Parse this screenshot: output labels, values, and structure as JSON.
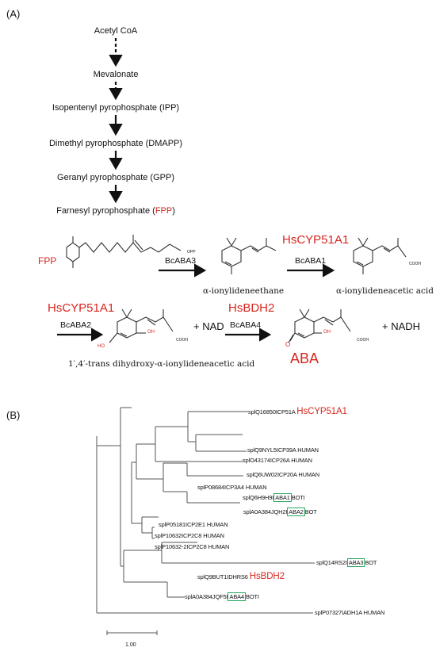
{
  "panel_a": {
    "label": "(A)",
    "pathway": [
      "Acetyl CoA",
      "Mevalonate",
      "Isopentenyl pyrophosphate (IPP)",
      "Dimethyl pyrophosphate (DMAPP)",
      "Geranyl pyrophosphate (GPP)"
    ],
    "fpp_prefix": "Farnesyl pyrophosphate (",
    "fpp_abbrev": "FPP",
    "fpp_suffix": ")",
    "fpp_mol_label": "FPP",
    "opp_label": "OPP",
    "enzymes": {
      "bcaba3": "BcABA3",
      "bcaba1": "BcABA1",
      "bcaba2": "BcABA2",
      "bcaba4": "BcABA4",
      "hscyp51a1_top": "HsCYP51A1",
      "hscyp51a1_left": "HsCYP51A1",
      "hsbdh2": "HsBDH2"
    },
    "molecules": {
      "ionylideneethane": "α-ionylideneethane",
      "ionylideneacetic": "α-ionylideneacetic acid",
      "dihydroxy": "1′,4′-trans dihydroxy-α-ionylideneacetic acid",
      "aba": "ABA"
    },
    "plus_nad": "+ NAD",
    "plus_nadh": "+ NADH",
    "atoms": {
      "cooh": "COOH",
      "oh": "OH",
      "ho": "HO",
      "o": "O"
    }
  },
  "panel_b": {
    "label": "(B)",
    "leaves": [
      {
        "prefix": "splQ16850ICP51A ",
        "tag": "HsCYP51A1",
        "tag_type": "red",
        "suffix": ""
      },
      {
        "prefix": "splQ9NYL5ICP39A HUMAN",
        "tag": "",
        "tag_type": "",
        "suffix": ""
      },
      {
        "prefix": "splO43174ICP26A HUMAN",
        "tag": "",
        "tag_type": "",
        "suffix": ""
      },
      {
        "prefix": "splQ6UW02ICP20A HUMAN",
        "tag": "",
        "tag_type": "",
        "suffix": ""
      },
      {
        "prefix": "splP08684ICP3A4 HUMAN",
        "tag": "",
        "tag_type": "",
        "suffix": ""
      },
      {
        "prefix": "splQ6H9H9I",
        "tag": "ABA1",
        "tag_type": "box",
        "suffix": "BOTI"
      },
      {
        "prefix": "splA0A384JQH2I",
        "tag": "ABA2",
        "tag_type": "box",
        "suffix": "BOT"
      },
      {
        "prefix": "splP05181ICP2E1 HUMAN",
        "tag": "",
        "tag_type": "",
        "suffix": ""
      },
      {
        "prefix": "splP10632ICP2C8 HUMAN",
        "tag": "",
        "tag_type": "",
        "suffix": ""
      },
      {
        "prefix": "splP10632-2ICP2C8 HUMAN",
        "tag": "",
        "tag_type": "",
        "suffix": ""
      },
      {
        "prefix": "splQ14RS2I",
        "tag": "ABA3",
        "tag_type": "box",
        "suffix": "BOT"
      },
      {
        "prefix": "splQ9BUT1IDHRS6 ",
        "tag": "HsBDH2",
        "tag_type": "red",
        "suffix": ""
      },
      {
        "prefix": "splA0A384JQF5I",
        "tag": "ABA4",
        "tag_type": "box",
        "suffix": "BOTI"
      },
      {
        "prefix": "splP07327IADH1A HUMAN",
        "tag": "",
        "tag_type": "",
        "suffix": ""
      }
    ],
    "scale_label": "1.00"
  },
  "colors": {
    "red": "#d7261e",
    "box_green": "#2aa860",
    "line": "#555555"
  }
}
